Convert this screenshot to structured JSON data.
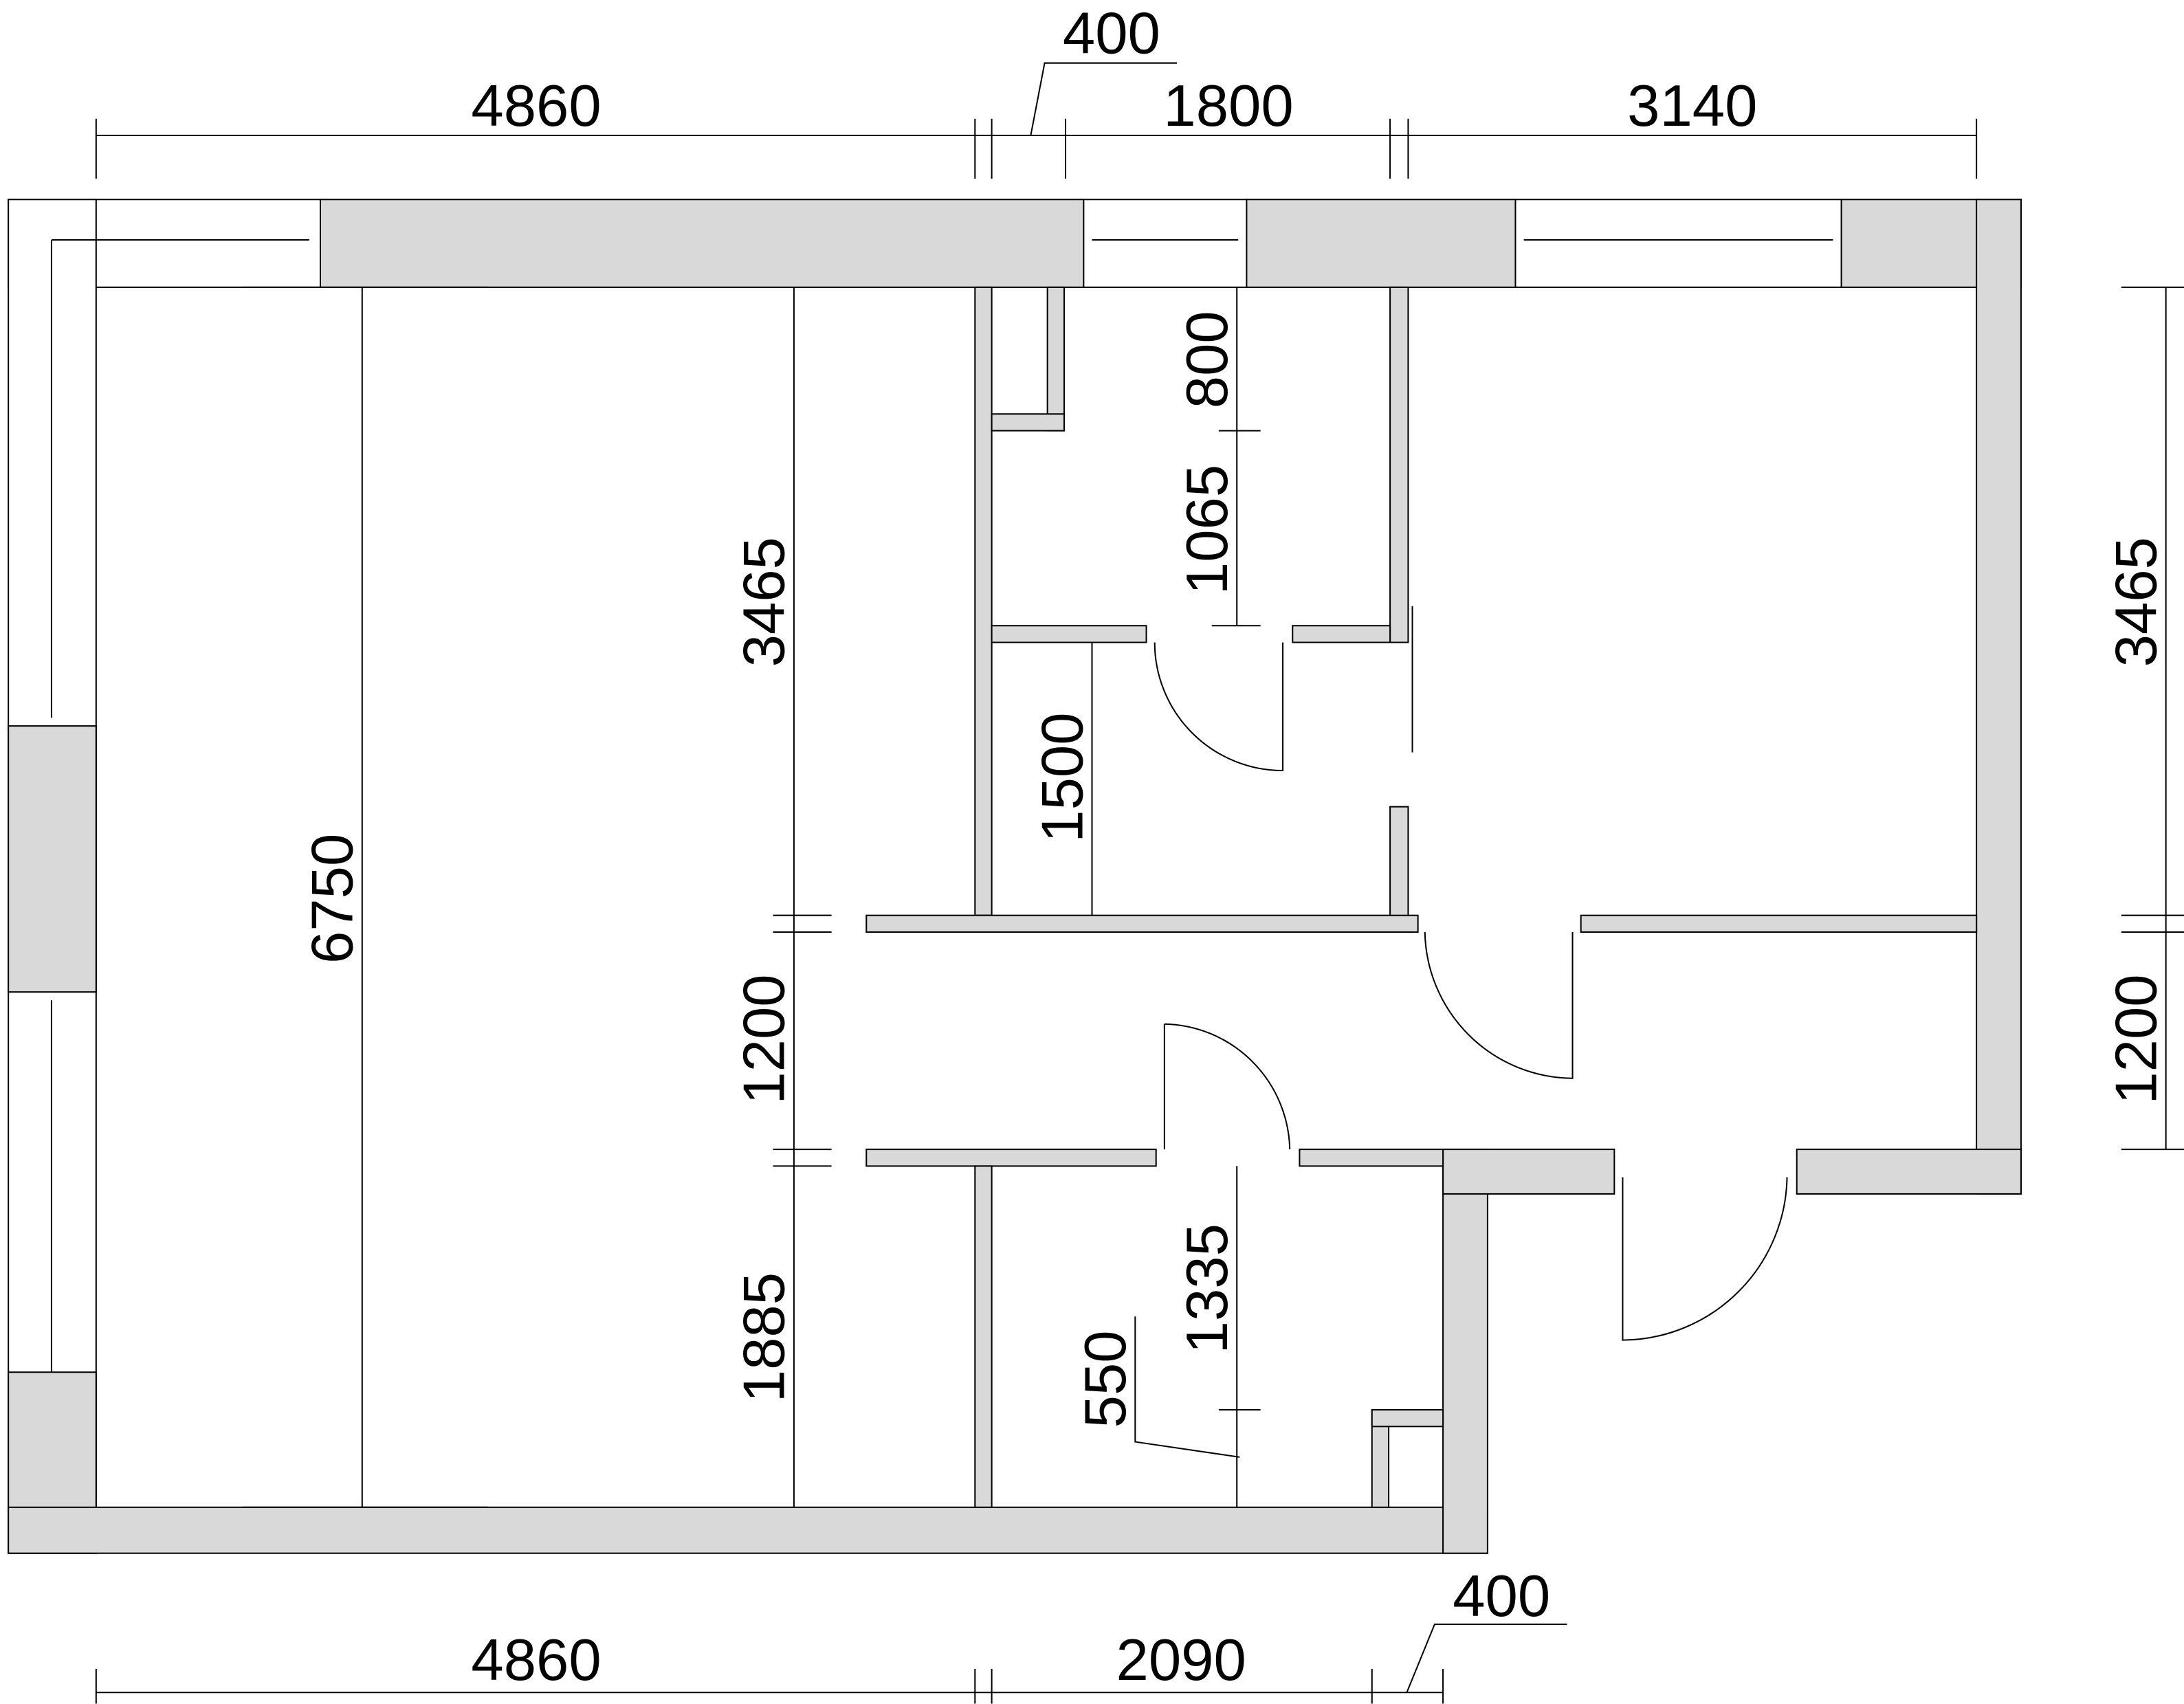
{
  "plan": {
    "top_dims": [
      "4860",
      "400",
      "1800",
      "3140"
    ],
    "bottom_dims": [
      "4860",
      "2090",
      "400"
    ],
    "left_inner_dims": [
      "6750",
      "3465",
      "1200",
      "1885"
    ],
    "right_dims": [
      "3465",
      "1200"
    ],
    "room_dims": [
      "800",
      "1065",
      "1500",
      "1335",
      "550"
    ],
    "wall_color": "#d9d9d9"
  }
}
